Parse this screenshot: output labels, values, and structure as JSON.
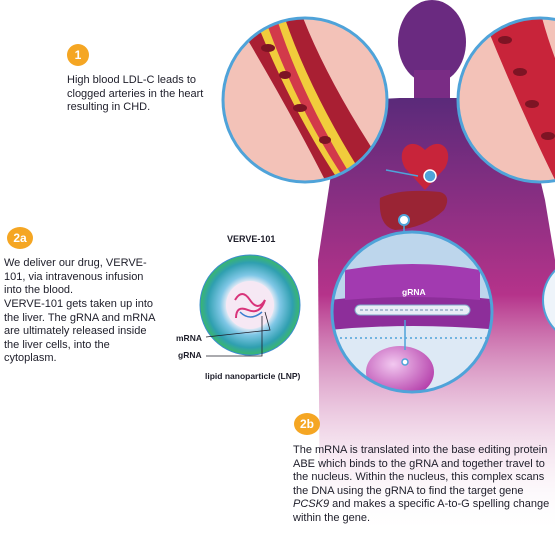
{
  "step1": {
    "badge": "1",
    "text": "High blood LDL-C leads to clogged arteries in the heart resulting in CHD."
  },
  "step2a": {
    "badge": "2a",
    "text1": "We deliver our drug, VERVE-101, via intravenous infusion into the blood.",
    "text2": "VERVE-101 gets taken up into the liver. The gRNA and mRNA are ultimately released inside the liver cells, into the cytoplasm."
  },
  "lnp": {
    "title": "VERVE-101",
    "mrna_label": "mRNA",
    "grna_label": "gRNA",
    "caption": "lipid nanoparticle (LNP)"
  },
  "cell": {
    "grna_label": "gRNA"
  },
  "step2b": {
    "badge": "2b",
    "text_before": "The mRNA is translated into the base editing protein ABE which binds to the gRNA and together travel to the nucleus. Within the nucleus, this complex scans the DNA using the gRNA to find the target gene ",
    "gene": "PCSK9",
    "text_after": " and makes a specific A-to-G spelling change within the gene."
  },
  "colors": {
    "badge": "#f5a623",
    "body_magenta": "#b5338a",
    "artery_red": "#b0243a",
    "plaque_yellow": "#f1cc3c",
    "circle_border": "#4fa3d9",
    "membrane_purple": "#8d2e9a"
  }
}
